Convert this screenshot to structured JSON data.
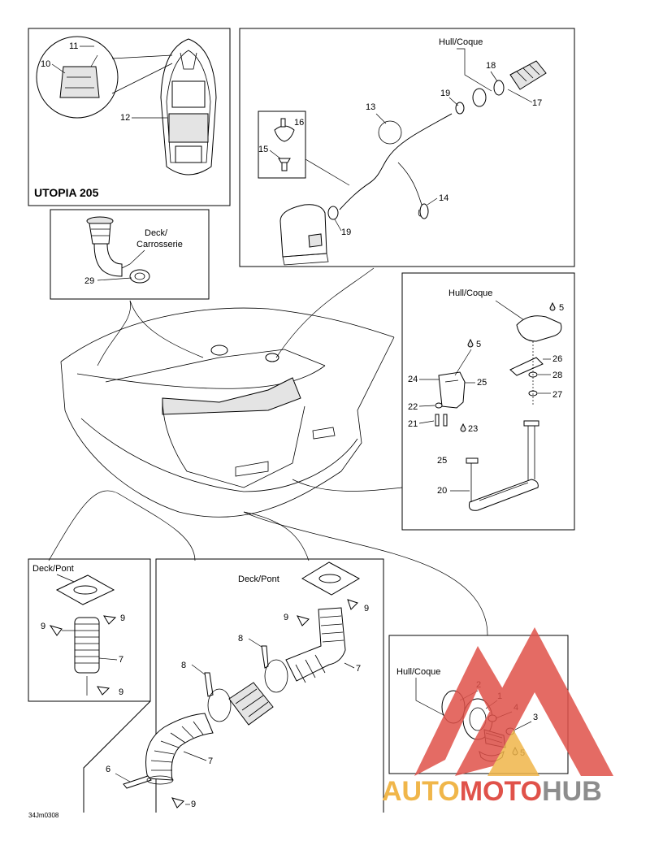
{
  "model_title": "UTOPIA 205",
  "surface_labels": {
    "hull_top": "Hull/Coque",
    "hull_mid": "Hull/Coque",
    "hull_bottom": "Hull/Coque",
    "deck_carrosserie_1": "Deck/",
    "deck_carrosserie_2": "Carrosserie",
    "deck_pont_left": "Deck/Pont",
    "deck_pont_center": "Deck/Pont"
  },
  "callouts": {
    "p1": "1",
    "p2": "2",
    "p3": "3",
    "p4": "4",
    "p5a": "5",
    "p5b": "5",
    "p5c": "5",
    "p6": "6",
    "p7a": "7",
    "p7b": "7",
    "p7c": "7",
    "p8a": "8",
    "p8b": "8",
    "p9a": "9",
    "p9b": "9",
    "p9c": "9",
    "p9d": "9",
    "p9e": "9",
    "p9f": "9",
    "p10": "10",
    "p11": "11",
    "p12": "12",
    "p13": "13",
    "p14": "14",
    "p15": "15",
    "p16": "16",
    "p17": "17",
    "p18": "18",
    "p19a": "19",
    "p19b": "19",
    "p20": "20",
    "p21": "21",
    "p22": "22",
    "p23": "23",
    "p24": "24",
    "p25a": "25",
    "p25b": "25",
    "p26": "26",
    "p27": "27",
    "p28": "28",
    "p29": "29"
  },
  "figure_code": "34Jm0308",
  "watermark": {
    "auto": "AUTO",
    "moto": "MOTO",
    "hub": "HUB",
    "color_red": "#e0524a",
    "color_orange": "#f0b64a",
    "color_grey": "#8d8d8d"
  }
}
